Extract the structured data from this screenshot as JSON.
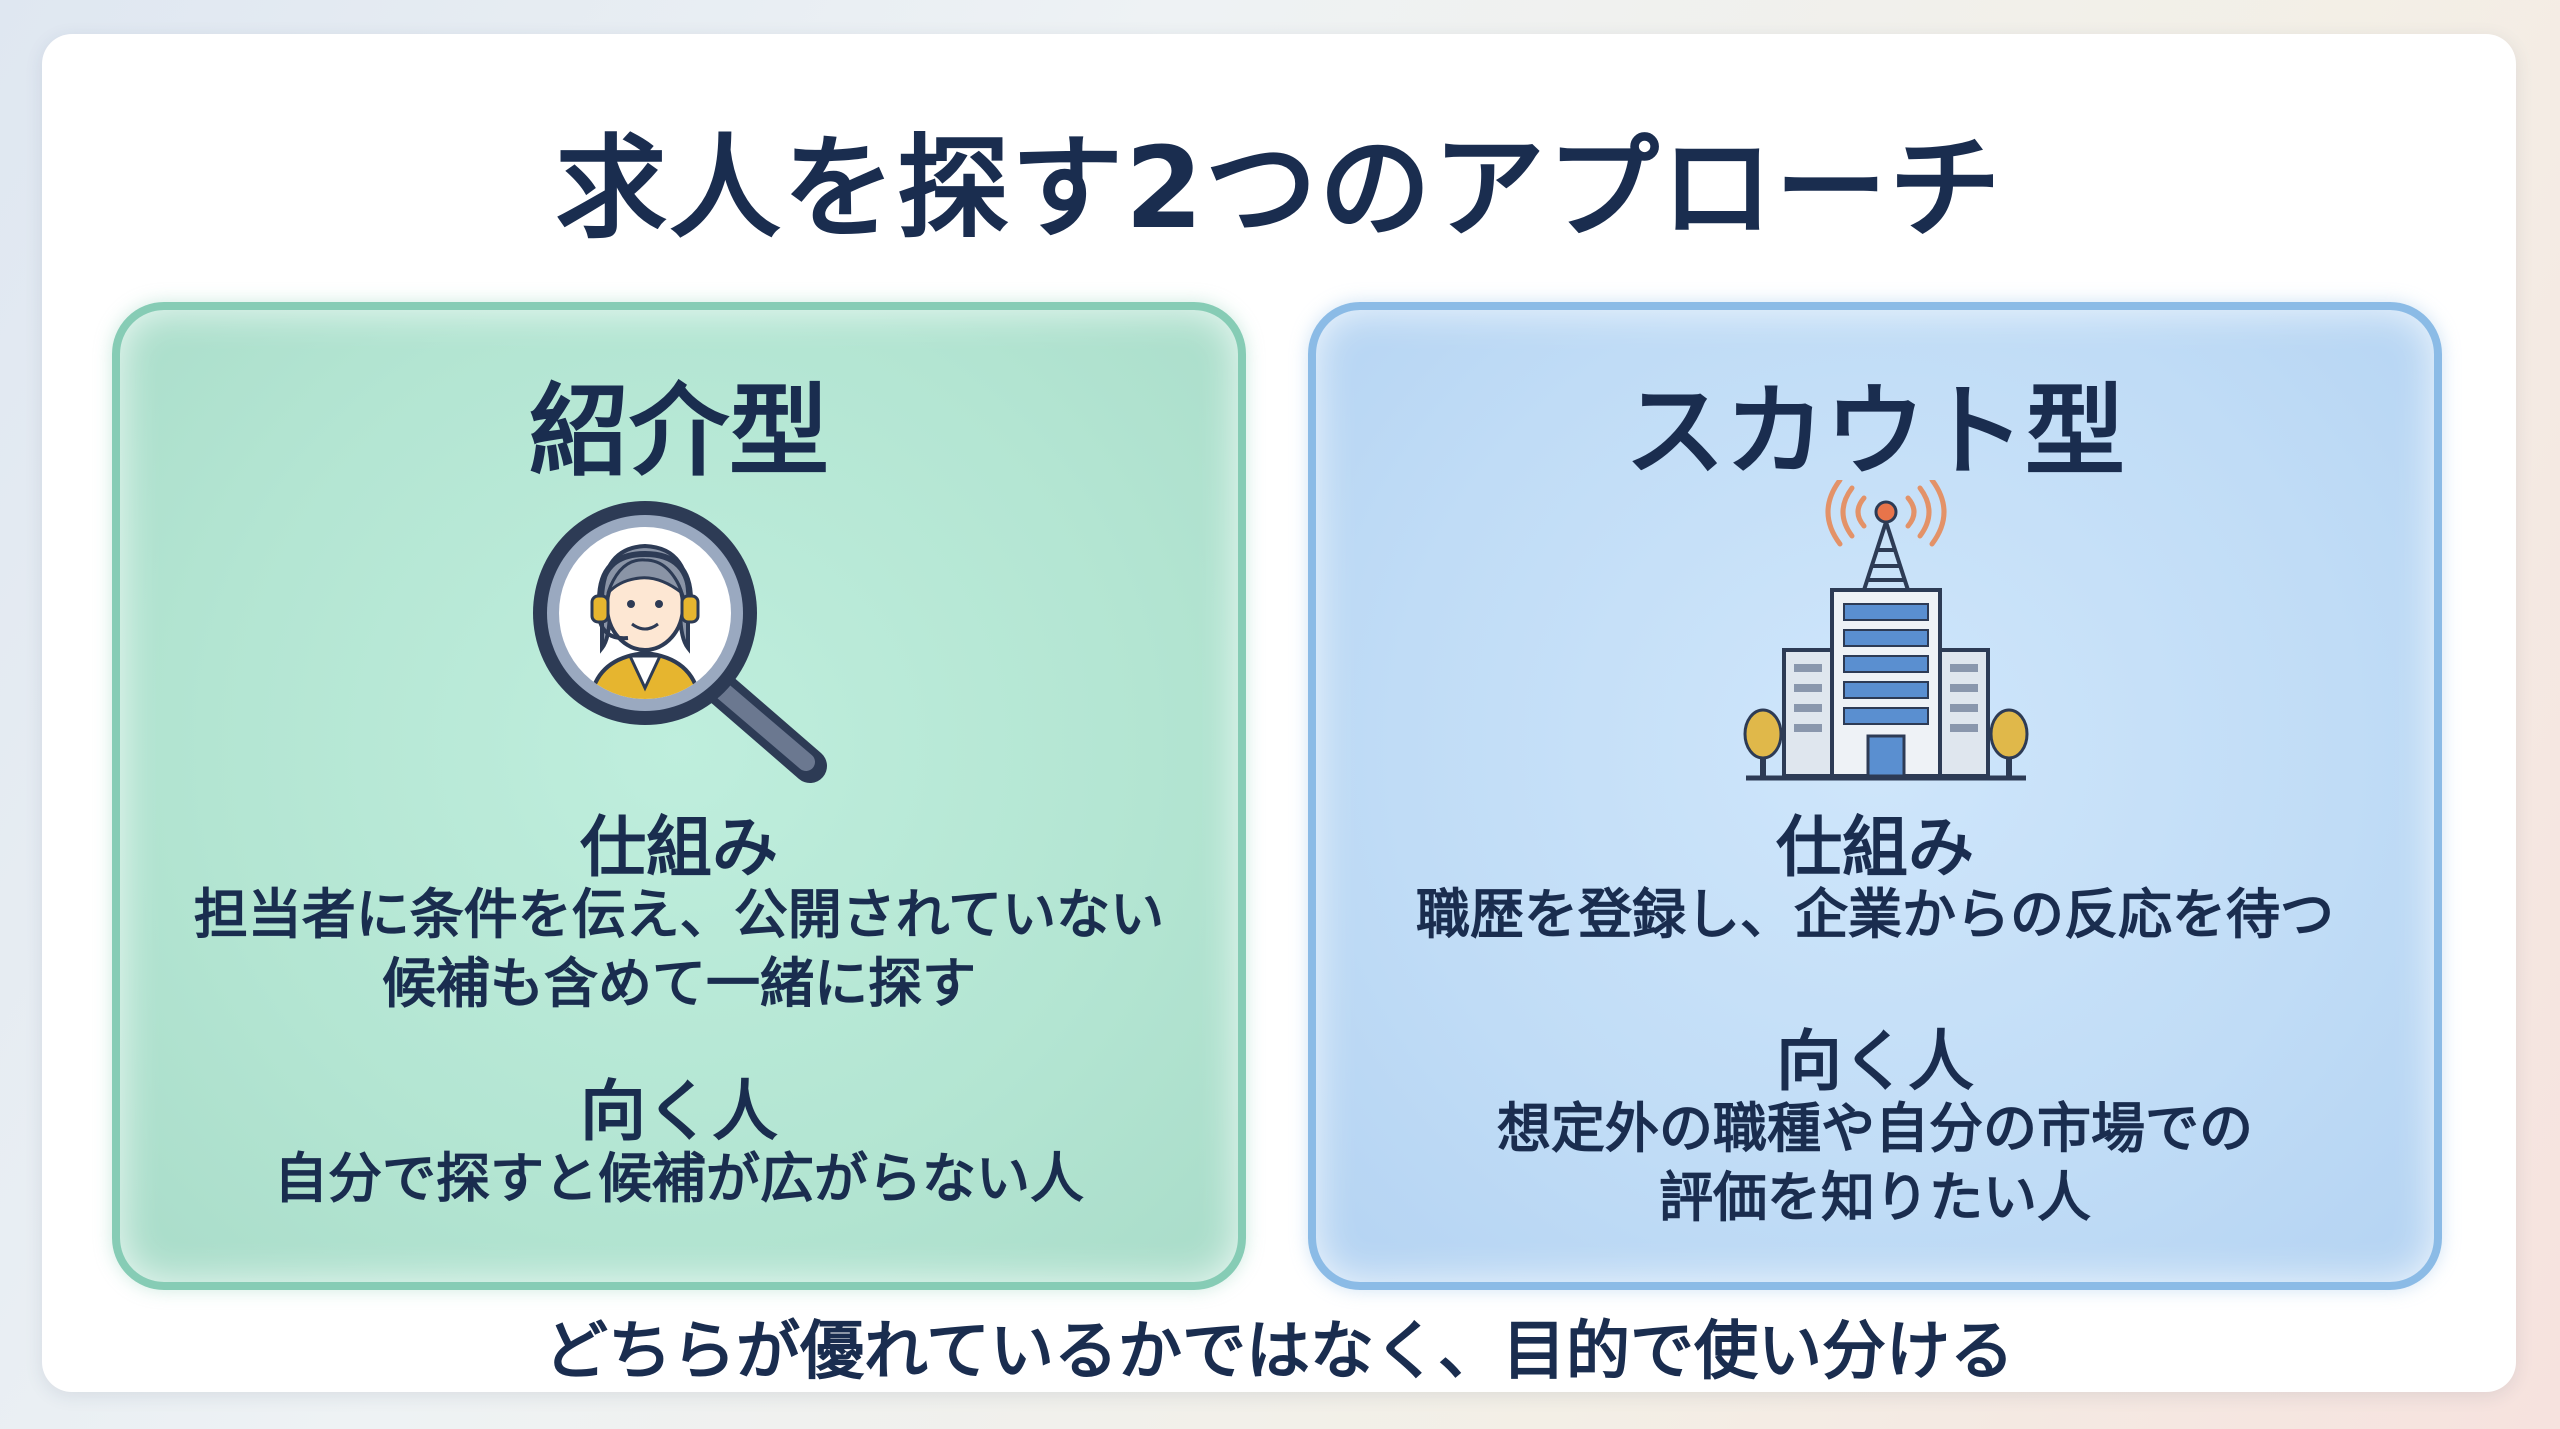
{
  "title": "求人を探す2つのアプローチ",
  "cards": [
    {
      "title": "紹介型",
      "icon": "headset-agent-magnifier-icon",
      "mechanism_heading": "仕組み",
      "mechanism_lines": [
        "担当者に条件を伝え、公開されていない",
        "候補も含めて一緒に探す"
      ],
      "fit_heading": "向く人",
      "fit_lines": [
        "自分で探すと候補が広がらない人"
      ]
    },
    {
      "title": "スカウト型",
      "icon": "office-building-antenna-icon",
      "mechanism_heading": "仕組み",
      "mechanism_lines": [
        "職歴を登録し、企業からの反応を待つ"
      ],
      "fit_heading": "向く人",
      "fit_lines": [
        "想定外の職種や自分の市場での",
        "評価を知りたい人"
      ]
    }
  ],
  "footer": "どちらが優れているかではなく、目的で使い分ける",
  "colors": {
    "text": "#1a2d4f",
    "left_card_fill": "#b3e5d2",
    "left_card_border": "#86ccb5",
    "right_card_fill": "#c0dcf6",
    "right_card_border": "#8bbbe6"
  }
}
